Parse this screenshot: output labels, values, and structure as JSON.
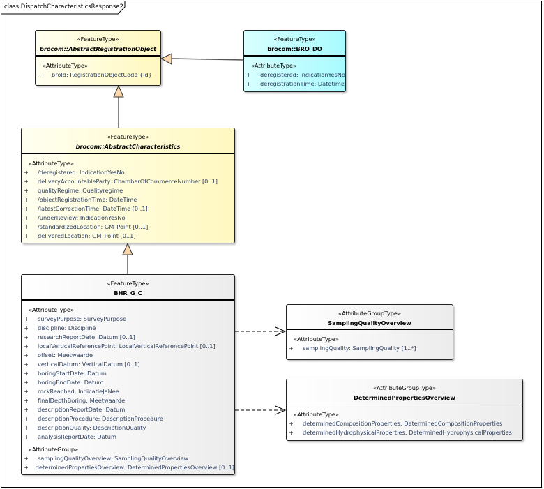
{
  "frame": {
    "title": "class DispatchCharacteristicsResponse2"
  },
  "classes": {
    "abstractRegistrationObject": {
      "stereotype": "«FeatureType»",
      "name": "brocom::AbstractRegistrationObject",
      "abstract": true,
      "color": "#fffbc8",
      "sections": [
        {
          "label": "«AttributeType»",
          "rows": [
            "broId: RegistrationObjectCode {id}"
          ]
        }
      ]
    },
    "broDo": {
      "stereotype": "«FeatureType»",
      "name": "brocom::BRO_DO",
      "color": "#b0fcff",
      "sections": [
        {
          "label": "«AttributeType»",
          "rows": [
            "deregistered: IndicationYesNo",
            "deregistrationTime: Datetime"
          ]
        }
      ]
    },
    "abstractCharacteristics": {
      "stereotype": "«FeatureType»",
      "name": "brocom::AbstractCharacteristics",
      "abstract": true,
      "color": "#fffbc8",
      "sections": [
        {
          "label": "«AttributeType»",
          "rows": [
            "/deregistered: IndicationYesNo",
            "deliveryAccountableParty: ChamberOfCommerceNumber [0..1]",
            "qualityRegime: Qualityregime",
            "/objectRegistrationTime: DateTime",
            "/latestCorrectionTime: DateTime [0..1]",
            "/underReview: IndicationYesNo",
            "/standardizedLocation: GM_Point [0..1]",
            "deliveredLocation: GM_Point [0..1]"
          ]
        }
      ]
    },
    "bhrGC": {
      "stereotype": "«FeatureType»",
      "name": "BHR_G_C",
      "color": "#f0f0f0",
      "sections": [
        {
          "label": "«AttributeType»",
          "rows": [
            "surveyPurpose: SurveyPurpose",
            "discipline: Discipline",
            "researchReportDate: Datum [0..1]",
            "localVerticalReferencePoint: LocalVerticalReferencePoint [0..1]",
            "offset: Meetwaarde",
            "verticalDatum: VerticalDatum [0..1]",
            "boringStartDate: Datum",
            "boringEndDate: Datum",
            "rockReached: IndicatieJaNee",
            "finalDepthBoring: Meetwaarde",
            "descriptionReportDate: Datum",
            "descriptionProcedure: DescriptionProcedure",
            "descriptionQuality: DescriptionQuality",
            "analysisReportDate: Datum"
          ]
        },
        {
          "label": "«AttributeGroup»",
          "rows": [
            "samplingQualityOverview: SamplingQualityOverview",
            "determinedPropertiesOverview: DeterminedPropertiesOverview [0..1]"
          ]
        }
      ]
    },
    "samplingQualityOverview": {
      "stereotype": "«AttributeGroupType»",
      "name": "SamplingQualityOverview",
      "color": "#f0f0f0",
      "sections": [
        {
          "label": "«AttributeType»",
          "rows": [
            "samplingQuality: SamplingQuality [1..*]"
          ]
        }
      ]
    },
    "determinedPropertiesOverview": {
      "stereotype": "«AttributeGroupType»",
      "name": "DeterminedPropertiesOverview",
      "color": "#f0f0f0",
      "sections": [
        {
          "label": "«AttributeType»",
          "rows": [
            "determinedCompositionProperties: DeterminedCompositionProperties",
            "determinedHydrophysicalProperties: DeterminedHydrophysicalProperties"
          ]
        }
      ]
    }
  },
  "visibility_symbol": "+",
  "relations": [
    {
      "type": "generalization",
      "from": "broDo",
      "to": "abstractRegistrationObject"
    },
    {
      "type": "generalization",
      "from": "abstractCharacteristics",
      "to": "abstractRegistrationObject"
    },
    {
      "type": "generalization",
      "from": "bhrGC",
      "to": "abstractCharacteristics"
    },
    {
      "type": "dependency",
      "from": "bhrGC",
      "to": "samplingQualityOverview"
    },
    {
      "type": "dependency",
      "from": "bhrGC",
      "to": "determinedPropertiesOverview"
    }
  ]
}
